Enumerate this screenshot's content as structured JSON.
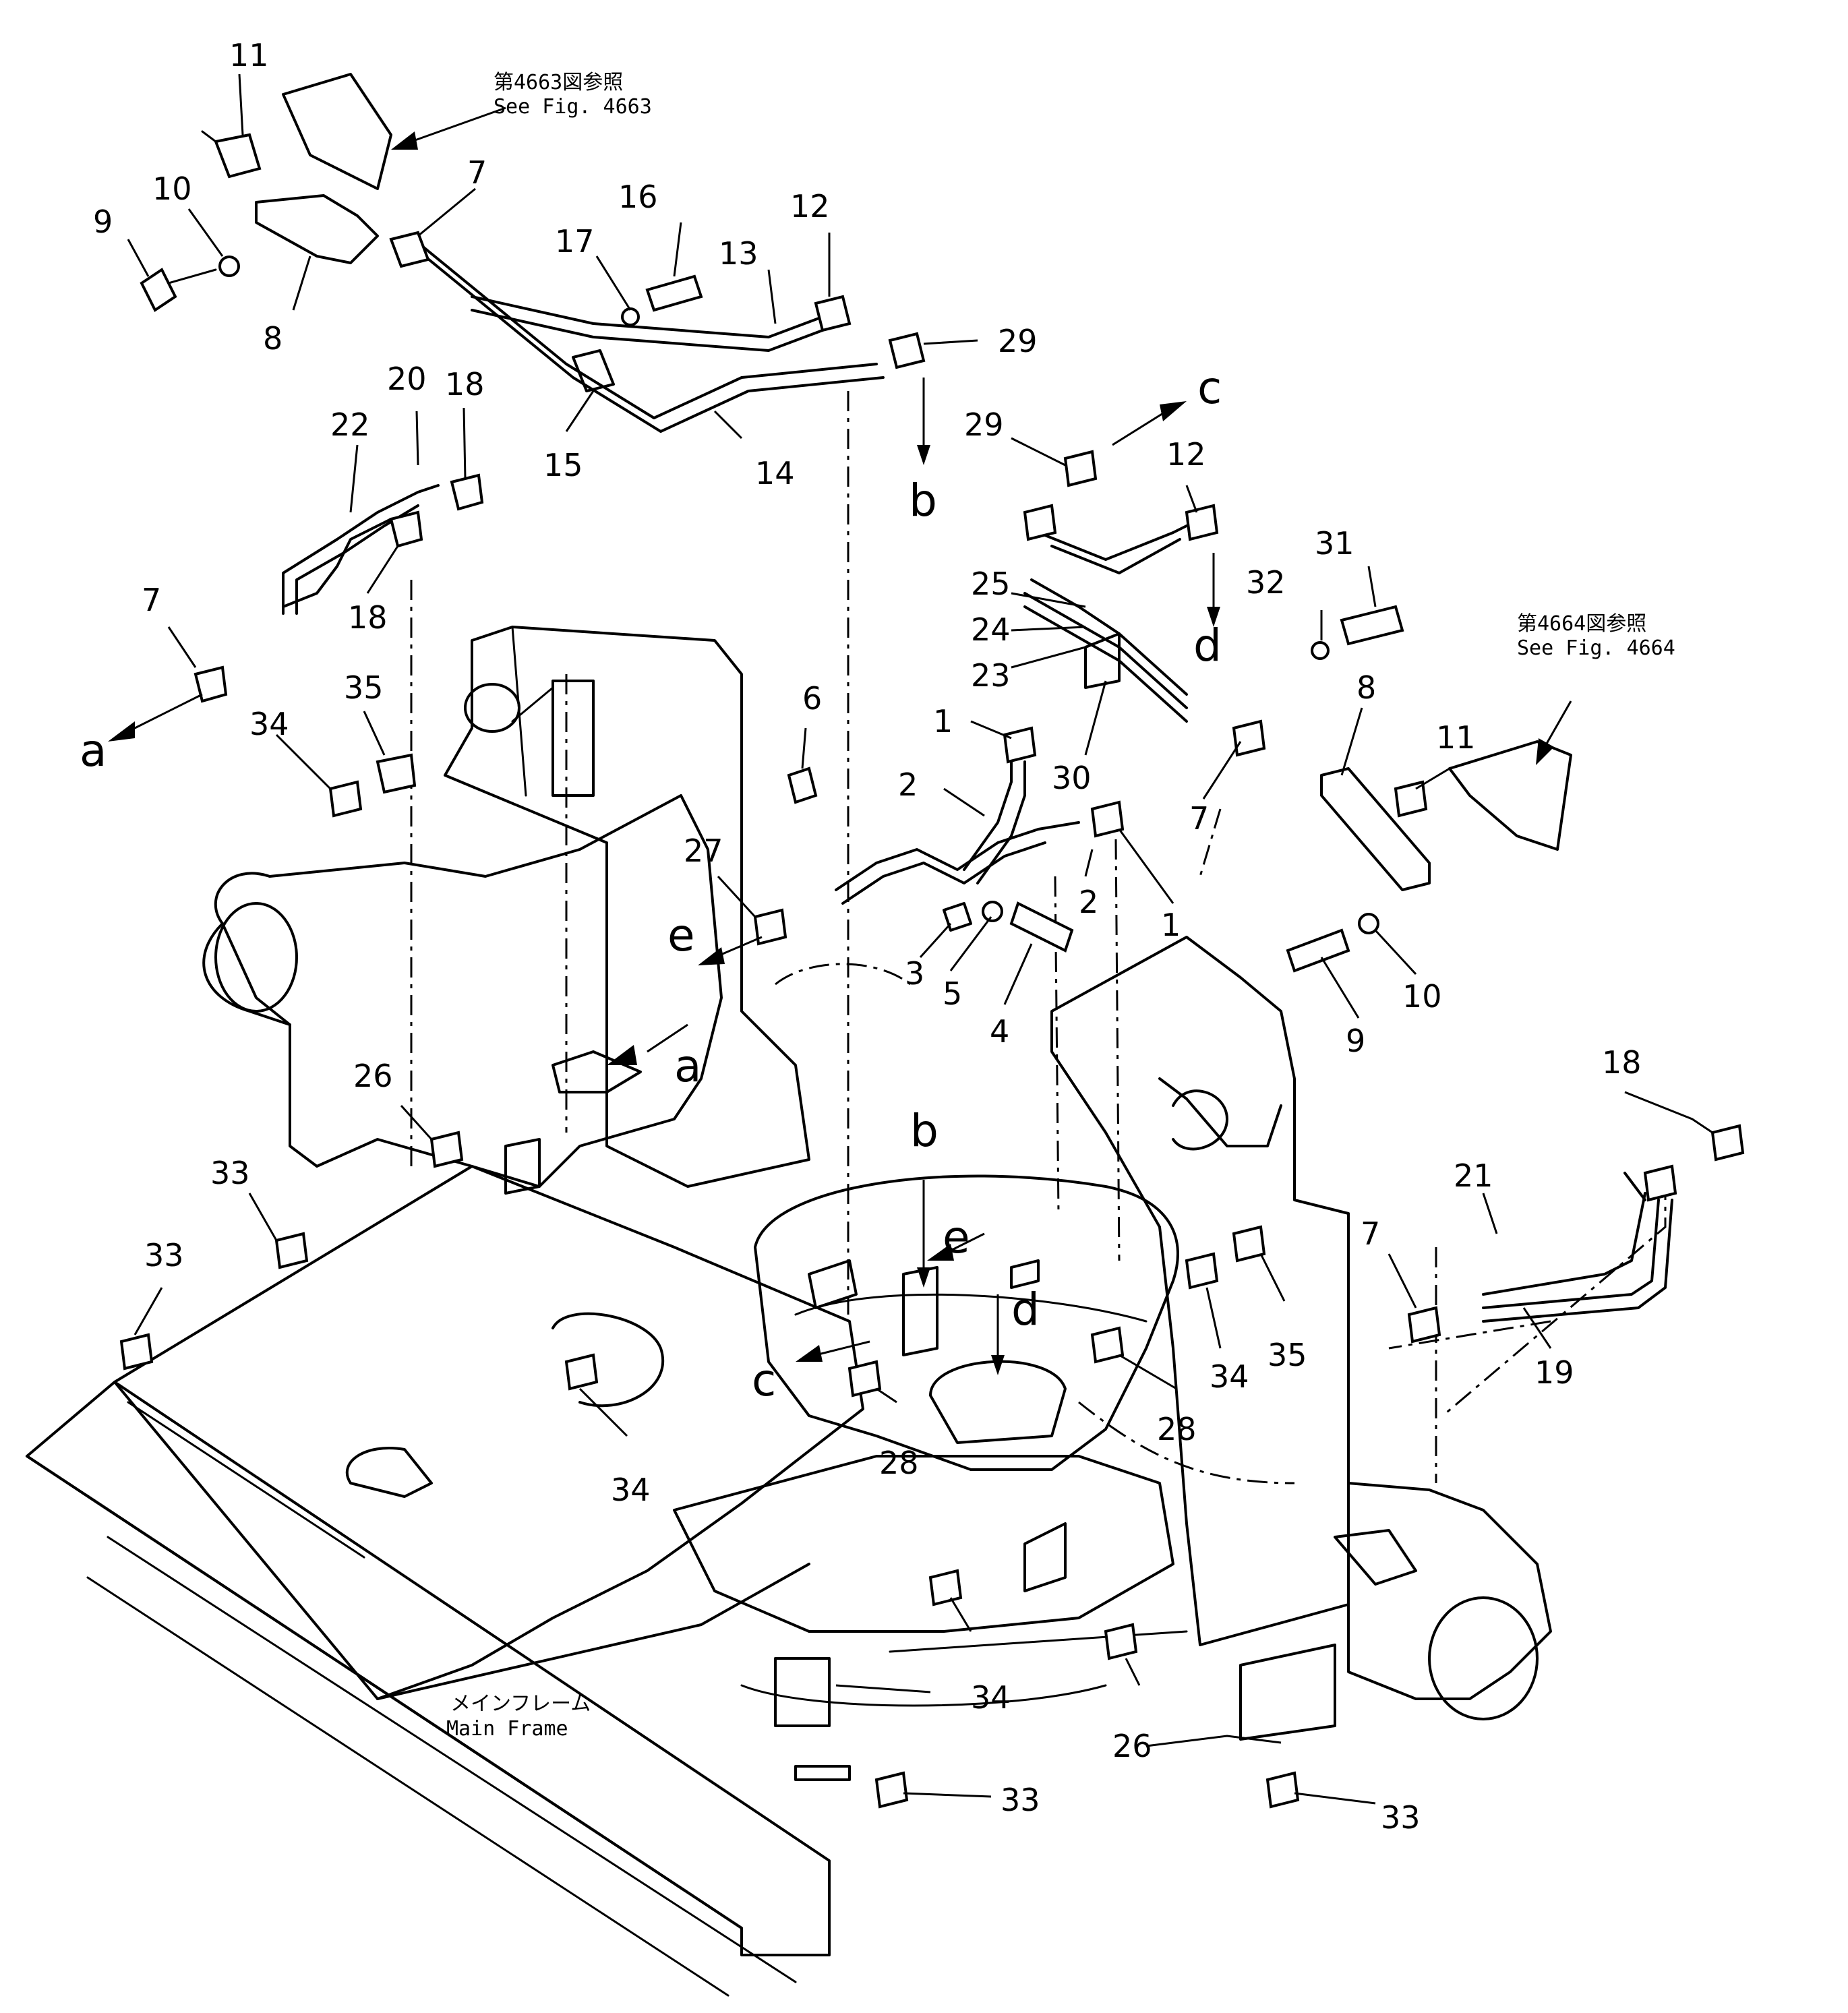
{
  "references": {
    "ref_left_jp": "第4663図参照",
    "ref_left_en": "See  Fig.  4663",
    "ref_right_jp": "第4664図参照",
    "ref_right_en": "See  Fig.  4664",
    "main_frame_jp": "メインフレーム",
    "main_frame_en": "Main  Frame"
  },
  "connections": {
    "a1": "a",
    "a2": "a",
    "b1": "b",
    "b2": "b",
    "c1": "c",
    "c2": "c",
    "d1": "d",
    "d2": "d",
    "e1": "e",
    "e2": "e"
  },
  "callouts": {
    "n11_top": "11",
    "n10_top": "10",
    "n9_top": "9",
    "n8_top": "8",
    "n7_top": "7",
    "n17": "17",
    "n16": "16",
    "n13": "13",
    "n12_top": "12",
    "n29_top": "29",
    "n15": "15",
    "n14": "14",
    "n20": "20",
    "n18_left": "18",
    "n22": "22",
    "n18_left2": "18",
    "n7_left": "7",
    "n35_left": "35",
    "n34_left": "34",
    "n29_mid": "29",
    "n12_mid": "12",
    "n31": "31",
    "n32": "32",
    "n25": "25",
    "n24": "24",
    "n23": "23",
    "n30": "30",
    "n8_right": "8",
    "n11_right": "11",
    "n7_mid": "7",
    "n6": "6",
    "n1_top": "1",
    "n2_top": "2",
    "n2_mid": "2",
    "n1_mid": "1",
    "n27": "27",
    "n3": "3",
    "n5": "5",
    "n4": "4",
    "n9_right": "9",
    "n10_right": "10",
    "n18_right": "18",
    "n21": "21",
    "n7_right": "7",
    "n19": "19",
    "n26_left": "26",
    "n33_left1": "33",
    "n33_left2": "33",
    "n34_lowleft": "34",
    "n28_left": "28",
    "n28_right": "28",
    "n34_right": "34",
    "n35_right": "35",
    "n34_bottom": "34",
    "n26_bottom": "26",
    "n33_bottom_mid": "33",
    "n33_bottom_right": "33"
  }
}
